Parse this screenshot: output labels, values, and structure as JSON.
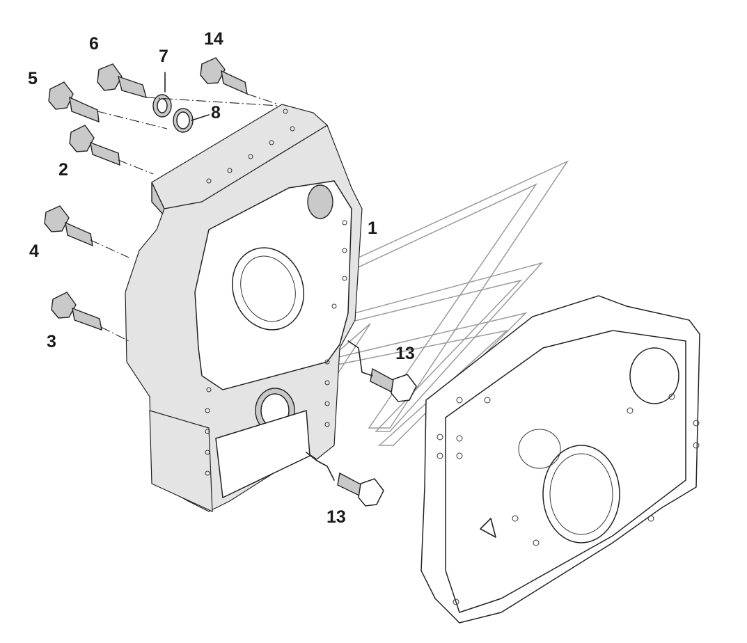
{
  "callouts": {
    "c1": "1",
    "c2": "2",
    "c3": "3",
    "c4": "4",
    "c5": "5",
    "c6": "6",
    "c7": "7",
    "c8": "8",
    "c14": "14",
    "c13a": "13",
    "c13b": "13"
  }
}
